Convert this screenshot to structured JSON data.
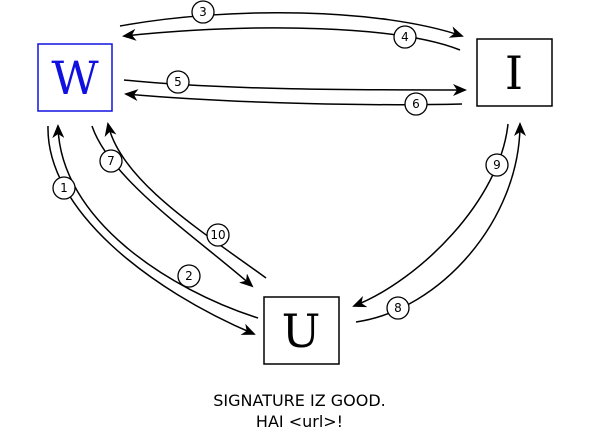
{
  "nodes": [
    {
      "id": "W",
      "label": "W",
      "color": "#1010e0"
    },
    {
      "id": "I",
      "label": "I",
      "color": "#000000"
    },
    {
      "id": "U",
      "label": "U",
      "color": "#000000"
    }
  ],
  "edges": [
    {
      "number": "1",
      "from": "W",
      "to": "U"
    },
    {
      "number": "2",
      "from": "U",
      "to": "W"
    },
    {
      "number": "3",
      "from": "W",
      "to": "I"
    },
    {
      "number": "4",
      "from": "I",
      "to": "W"
    },
    {
      "number": "5",
      "from": "W",
      "to": "I"
    },
    {
      "number": "6",
      "from": "I",
      "to": "W"
    },
    {
      "number": "7",
      "from": "W",
      "to": "U"
    },
    {
      "number": "8",
      "from": "U",
      "to": "I"
    },
    {
      "number": "9",
      "from": "I",
      "to": "U"
    },
    {
      "number": "10",
      "from": "U",
      "to": "W"
    }
  ],
  "caption": {
    "line1": "SIGNATURE IZ GOOD.",
    "line2": "HAI <url>!"
  }
}
